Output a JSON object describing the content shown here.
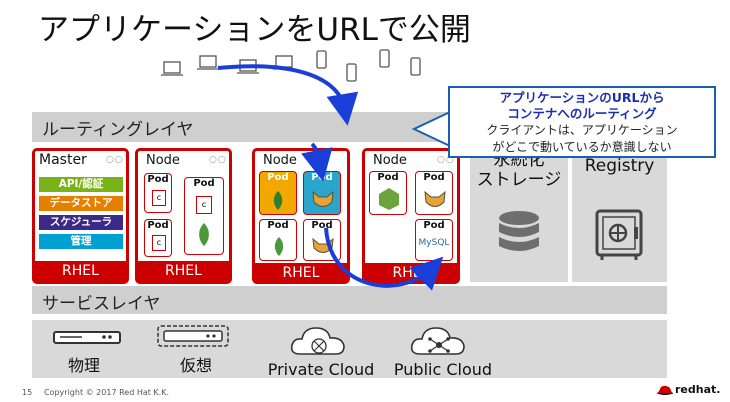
{
  "slide": {
    "title": "アプリケーションをURLで公開",
    "page_number": "15",
    "copyright": "Copyright © 2017 Red Hat K.K.",
    "logo_text": "redhat."
  },
  "routing_layer": {
    "label": "ルーティングレイヤ"
  },
  "service_layer": {
    "label": "サービスレイヤ"
  },
  "callout": {
    "line1": "アプリケーションのURLから",
    "line2": "コンテナへのルーティング",
    "line3": "クライアントは、アプリケーション",
    "line4": "がどこで動いているか意識しない"
  },
  "master": {
    "title": "Master",
    "roles": [
      {
        "label": "API/認証",
        "color": "#7ab317"
      },
      {
        "label": "データストア",
        "color": "#e67e00"
      },
      {
        "label": "スケジューラ",
        "color": "#3b2a88"
      },
      {
        "label": "管理",
        "color": "#00a0d2"
      }
    ],
    "os": "RHEL"
  },
  "nodes": [
    {
      "title": "Node",
      "os": "RHEL",
      "pods": [
        {
          "label": "Pod"
        },
        {
          "label": "Pod"
        },
        {
          "label": "Pod"
        }
      ]
    },
    {
      "title": "Node",
      "os": "RHEL",
      "pods": [
        {
          "label": "Pod"
        },
        {
          "label": "Pod"
        },
        {
          "label": "Pod"
        },
        {
          "label": "Pod"
        }
      ]
    },
    {
      "title": "Node",
      "os": "RHEL",
      "pods": [
        {
          "label": "Pod"
        },
        {
          "label": "Pod"
        },
        {
          "label": "Pod"
        }
      ]
    }
  ],
  "container_glyph": "c",
  "mysql_label": "MySQL",
  "storage": {
    "line1": "永続化",
    "line2": "ストレージ"
  },
  "registry": {
    "label": "Registry"
  },
  "infrastructure": [
    {
      "label": "物理"
    },
    {
      "label": "仮想"
    },
    {
      "label": "Private Cloud"
    },
    {
      "label": "Public Cloud"
    }
  ],
  "colors": {
    "red": "#cc0000",
    "band": "#cfcfcf",
    "arrow": "#1a3fd8",
    "callout_title": "#1a2fb0"
  }
}
